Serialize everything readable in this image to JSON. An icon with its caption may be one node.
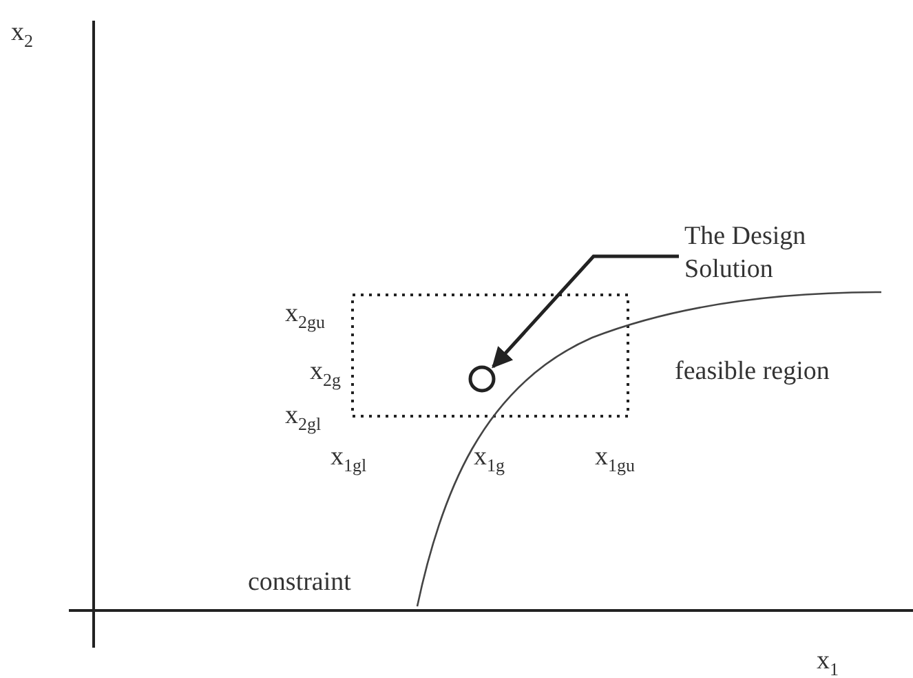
{
  "diagram": {
    "nodes": [
      {
        "text": [
          "The Design Solution"
        ]
      },
      {
        "text": [],
        "shape": "circle"
      }
    ],
    "edges": [
      {
        "from": 0,
        "to": 1,
        "arrow": "to"
      }
    ],
    "labels": [
      "x$_{2}$",
      "x$_{2gu}$",
      "x$_{2g}$",
      "x$_{2gl}$",
      "x$_{1gl}$",
      "x$_{1g}$",
      "x$_{1gu}$",
      "feasible region",
      "constraint",
      "x$_{1}$"
    ]
  }
}
